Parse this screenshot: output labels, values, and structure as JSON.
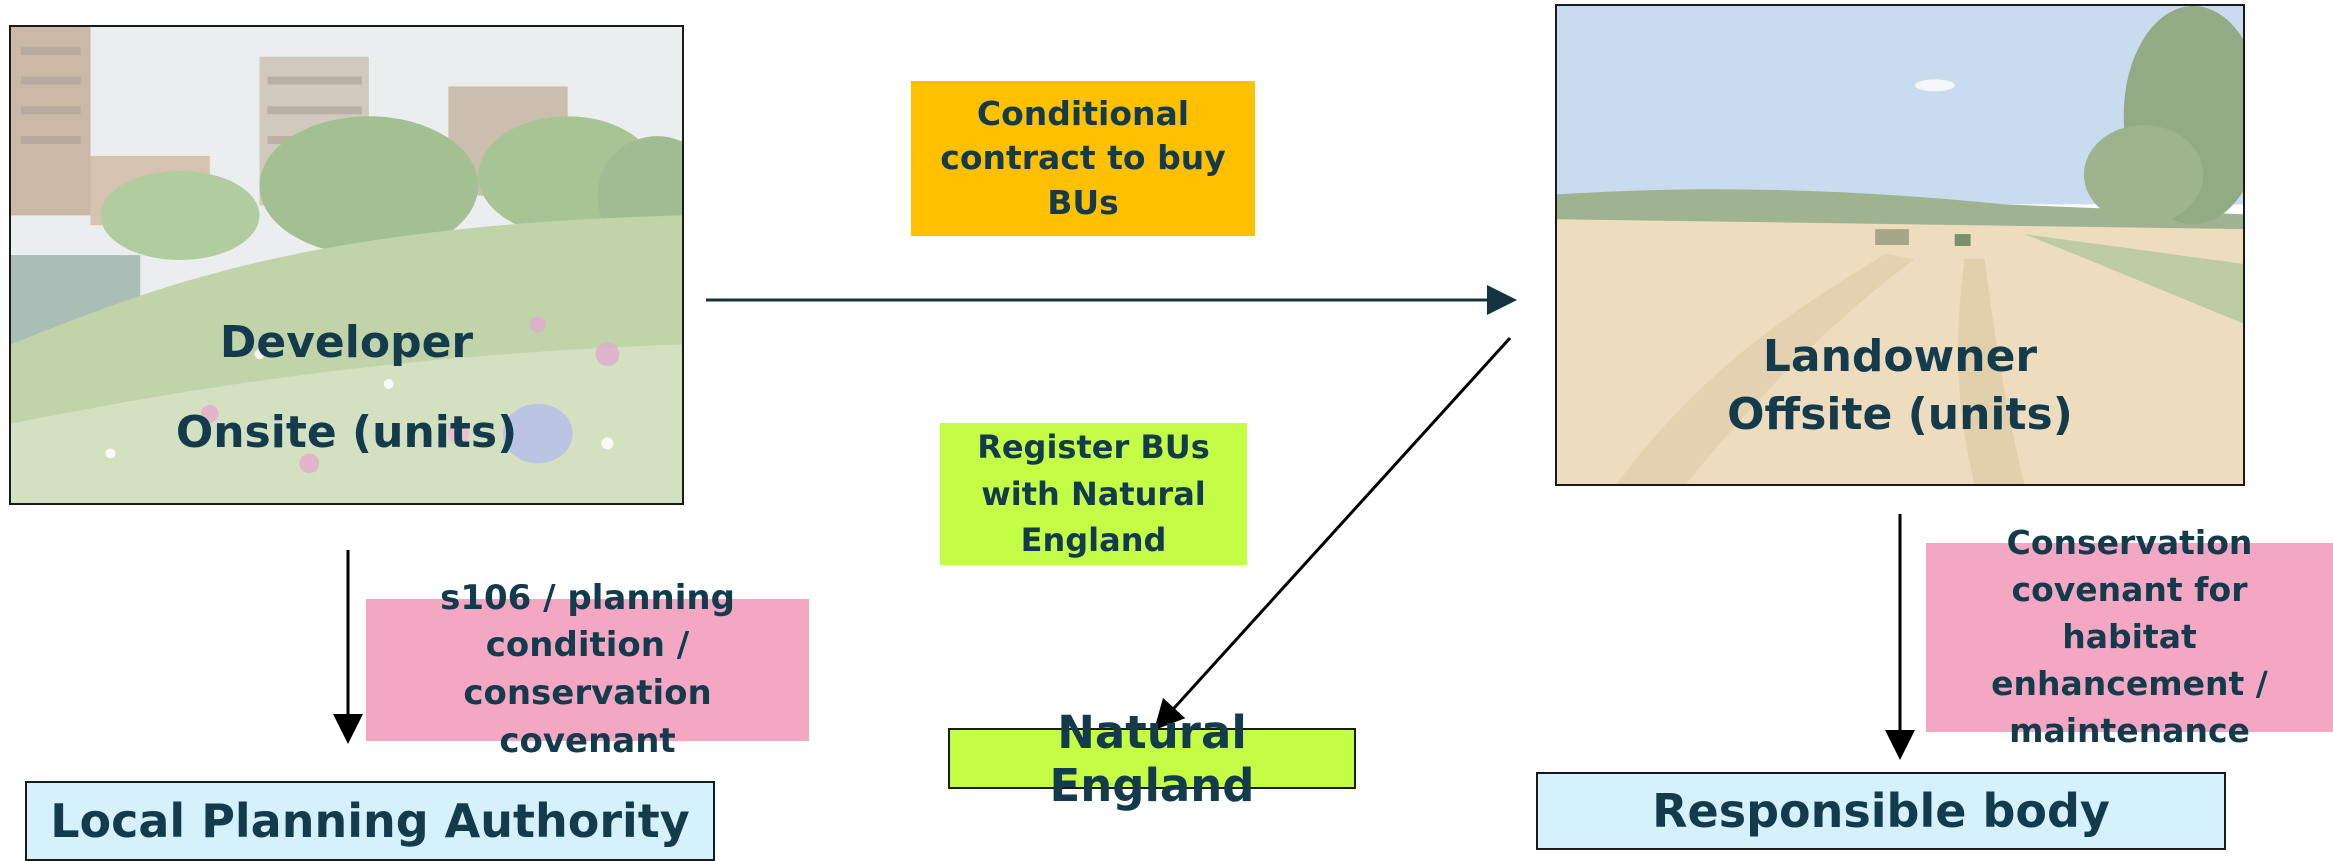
{
  "developer": {
    "line1": "Developer",
    "line2": "Onsite (units)"
  },
  "landowner": {
    "line1": "Landowner",
    "line2": "Offsite (units)"
  },
  "contract_label": "Conditional contract to buy BUs",
  "register_label": "Register BUs with Natural England",
  "planning_label": "s106 / planning condition / conservation covenant",
  "conservation_label": "Conservation covenant for habitat enhancement / maintenance",
  "lpa_label": "Local Planning Authority",
  "natural_england_label": "Natural England",
  "responsible_body_label": "Responsible body",
  "colors": {
    "text": "#133b4c",
    "contract_box": "#ffc000",
    "register_box": "#c4fd45",
    "planning_box": "#f4a7c3",
    "authority_box": "#d5f1fb",
    "natural_england_box": "#c4fd45"
  }
}
